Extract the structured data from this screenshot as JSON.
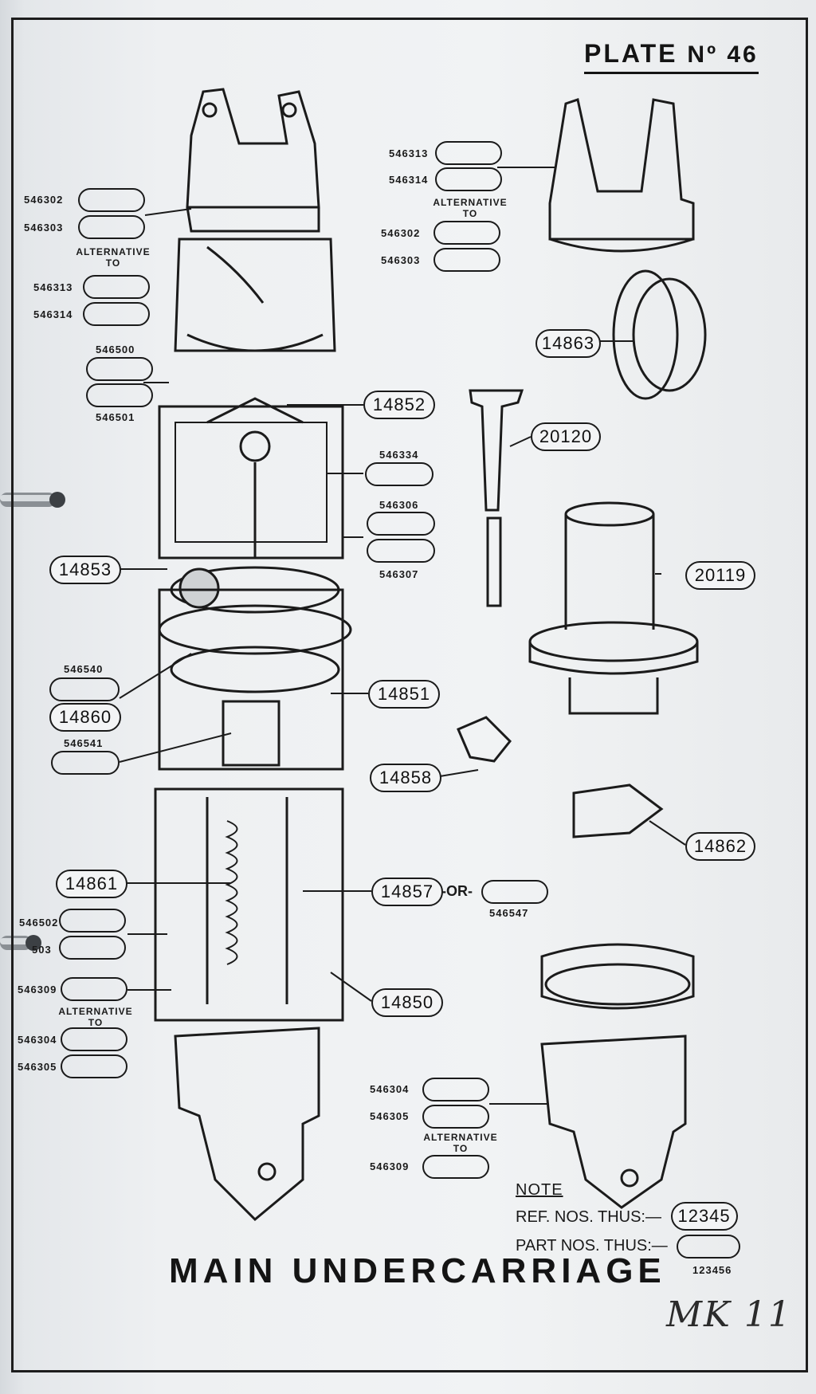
{
  "plate": {
    "prefix": "PLATE",
    "number": "Nº 46"
  },
  "title": "MAIN UNDERCARRIAGE",
  "signature": "MK 11",
  "note": {
    "heading": "NOTE",
    "ref_label": "REF. NOS. THUS:—",
    "ref_example": "12345",
    "part_label": "PART NOS. THUS:—",
    "part_example": "123456"
  },
  "refs": {
    "r14863": "14863",
    "r20120": "20120",
    "r20119": "20119",
    "r14852": "14852",
    "r14853": "14853",
    "r14851": "14851",
    "r14860": "14860",
    "r14858": "14858",
    "r14862": "14862",
    "r14861": "14861",
    "r14857": "14857",
    "r14850": "14850"
  },
  "parts": {
    "p546302_l": "546302",
    "p546303_l": "546303",
    "p546313_l": "546313",
    "p546314_l": "546314",
    "p546500": "546500",
    "p546501": "546501",
    "p546313_r": "546313",
    "p546314_r": "546314",
    "p546302_r": "546302",
    "p546303_r": "546303",
    "p546334": "546334",
    "p546306": "546306",
    "p546307": "546307",
    "p546540": "546540",
    "p546541": "546541",
    "p546547": "546547",
    "p546502": "546502",
    "p546503": "503",
    "p546309_l": "546309",
    "p546304_l": "546304",
    "p546305_l": "546305",
    "p546304_r": "546304",
    "p546305_r": "546305",
    "p546309_r": "546309"
  },
  "alternative_to": "ALTERNATIVE\nTO",
  "or_text": "-OR-"
}
